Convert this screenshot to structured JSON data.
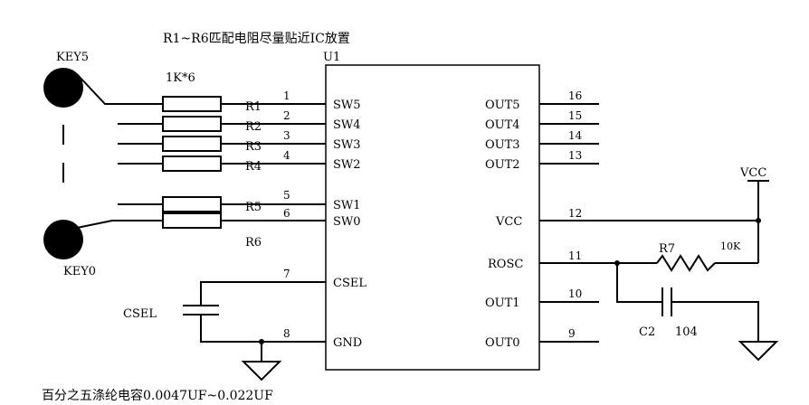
{
  "diagram": {
    "note_top": "R1~R6匹配电阻尽量贴近IC放置",
    "note_bottom": "百分之五涤纶电容0.0047UF~0.022UF",
    "chip": {
      "name": "U1",
      "left_pins": [
        {
          "num": "1",
          "name": "SW5"
        },
        {
          "num": "2",
          "name": "SW4"
        },
        {
          "num": "3",
          "name": "SW3"
        },
        {
          "num": "4",
          "name": "SW2"
        },
        {
          "num": "5",
          "name": "SW1"
        },
        {
          "num": "6",
          "name": "SW0"
        },
        {
          "num": "7",
          "name": "CSEL"
        },
        {
          "num": "8",
          "name": "GND"
        }
      ],
      "right_pins": [
        {
          "num": "16",
          "name": "OUT5"
        },
        {
          "num": "15",
          "name": "OUT4"
        },
        {
          "num": "14",
          "name": "OUT3"
        },
        {
          "num": "13",
          "name": "OUT2"
        },
        {
          "num": "12",
          "name": "VCC"
        },
        {
          "num": "11",
          "name": "ROSC"
        },
        {
          "num": "10",
          "name": "OUT1"
        },
        {
          "num": "9",
          "name": "OUT0"
        }
      ]
    },
    "keys": {
      "top": "KEY5",
      "bottom": "KEY0"
    },
    "resistor_array_label": "1K*6",
    "resistors": [
      "R1",
      "R2",
      "R3",
      "R4",
      "R5",
      "R6"
    ],
    "r7": {
      "name": "R7",
      "value": "10K"
    },
    "vcc_label": "VCC",
    "c2": {
      "name": "C2",
      "value": "104"
    },
    "csel_cap_label": "CSEL"
  }
}
